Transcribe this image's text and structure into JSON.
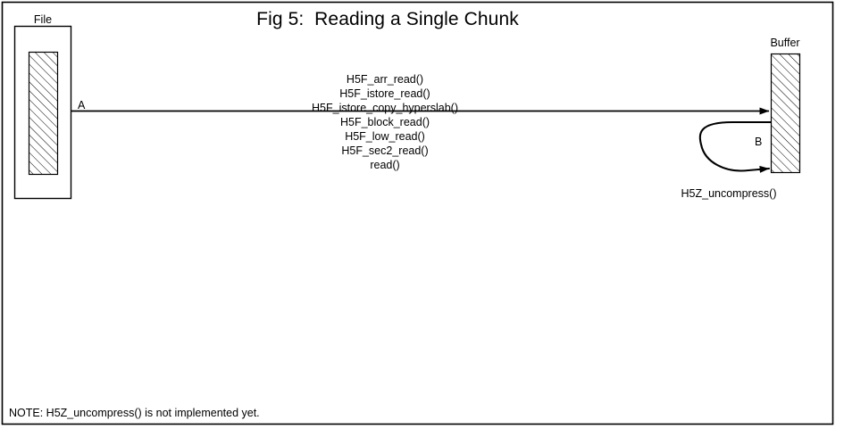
{
  "figure": {
    "title": "Fig 5:  Reading a Single Chunk",
    "note": "NOTE: H5Z_uncompress() is not implemented yet.",
    "stroke_color": "#000000",
    "background_color": "#ffffff"
  },
  "source": {
    "label": "File",
    "port_label": "A"
  },
  "destination": {
    "label": "Buffer",
    "port_label": "B"
  },
  "call_stack": {
    "items": [
      {
        "label": "H5F_arr_read()"
      },
      {
        "label": "H5F_istore_read()"
      },
      {
        "label": "H5F_istore_copy_hyperslab()"
      },
      {
        "label": "H5F_block_read()"
      },
      {
        "label": "H5F_low_read()"
      },
      {
        "label": "H5F_sec2_read()"
      },
      {
        "label": "read()"
      }
    ]
  },
  "loop": {
    "label": "H5Z_uncompress()"
  }
}
